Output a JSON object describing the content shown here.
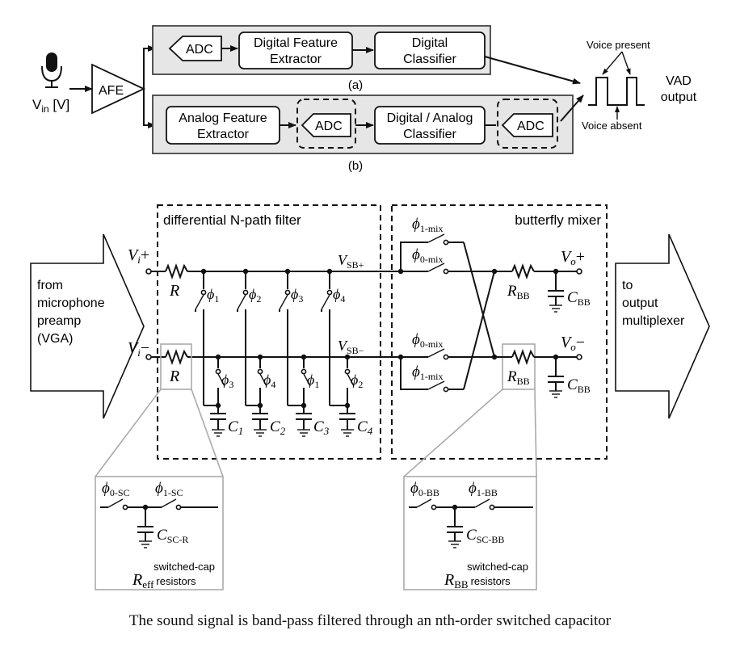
{
  "top": {
    "afe": "AFE",
    "vin": "V",
    "vin_sub": "in",
    "vin_unit": " [V]",
    "row_a": {
      "adc": "ADC",
      "feature_l1": "Digital Feature",
      "feature_l2": "Extractor",
      "classifier_l1": "Digital",
      "classifier_l2": "Classifier",
      "label": "(a)"
    },
    "row_b": {
      "feature_l1": "Analog Feature",
      "feature_l2": "Extractor",
      "adc1": "ADC",
      "classifier_l1": "Digital / Analog",
      "classifier_l2": "Classifier",
      "adc2": "ADC",
      "label": "(b)"
    },
    "voice_present": "Voice present",
    "voice_absent": "Voice absent",
    "vad_l1": "VAD",
    "vad_l2": "output"
  },
  "circuit": {
    "from_l1": "from",
    "from_l2": "microphone",
    "from_l3": "preamp",
    "from_l4": "(VGA)",
    "to_l1": "to",
    "to_l2": "output",
    "to_l3": "multiplexer",
    "npath_title": "differential N-path filter",
    "mixer_title": "butterfly mixer",
    "vip": "V",
    "vip_sub": "i",
    "vip_sign": "+",
    "vin": "V",
    "vin_sub": "i",
    "vin_sign": "−",
    "r": "R",
    "vsbp": "V",
    "vsbp_sub": "SB+",
    "vsbm": "V",
    "vsbm_sub": "SB−",
    "top_phases": [
      "1",
      "2",
      "3",
      "4"
    ],
    "bottom_phases": [
      "3",
      "4",
      "1",
      "2"
    ],
    "caps": [
      "1",
      "2",
      "3",
      "4"
    ],
    "phi": "ϕ",
    "c": "C",
    "mix1": "1-mix",
    "mix0": "0-mix",
    "rbb": "R",
    "rbb_sub": "BB",
    "cbb": "C",
    "cbb_sub": "BB",
    "vop": "V",
    "vop_sub": "o",
    "vop_sign": "+",
    "vom": "V",
    "vom_sub": "o",
    "vom_sign": "−"
  },
  "insets": {
    "left": {
      "phi_a": "0-SC",
      "phi_b": "1-SC",
      "cap_sub": "SC-R",
      "note": "switched-cap",
      "r_sub": "eff",
      "note2": "resistors"
    },
    "right": {
      "phi_a": "0-BB",
      "phi_b": "1-BB",
      "cap_sub": "SC-BB",
      "note": "switched-cap",
      "r_sub": "BB",
      "note2": "resistors"
    }
  },
  "caption": "The sound signal is band-pass filtered through an nth-order switched capacitor"
}
